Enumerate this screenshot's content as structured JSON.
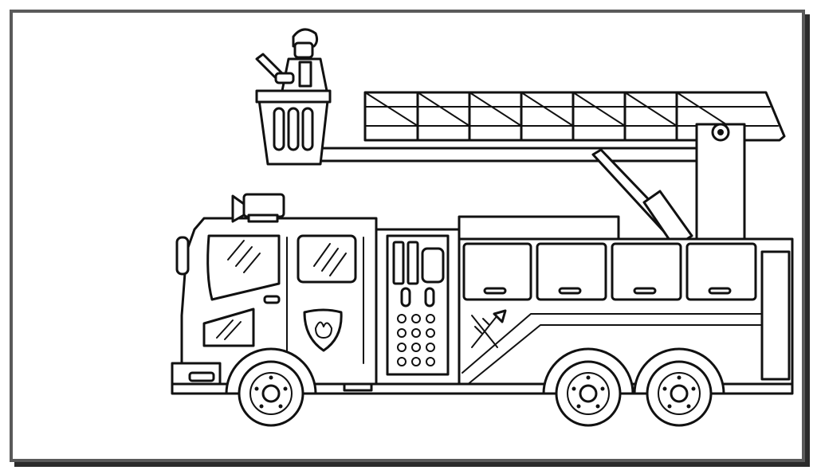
{
  "image": {
    "subject": "fire-truck-coloring-page",
    "icons": [
      "fire-truck",
      "firefighter",
      "aerial-ladder",
      "bucket",
      "siren",
      "shield-badge",
      "axes"
    ],
    "colors": {
      "line": "#111111",
      "paper": "#ffffff",
      "frame": "#5a5a5a",
      "shadow": "#2b2b2b"
    }
  }
}
